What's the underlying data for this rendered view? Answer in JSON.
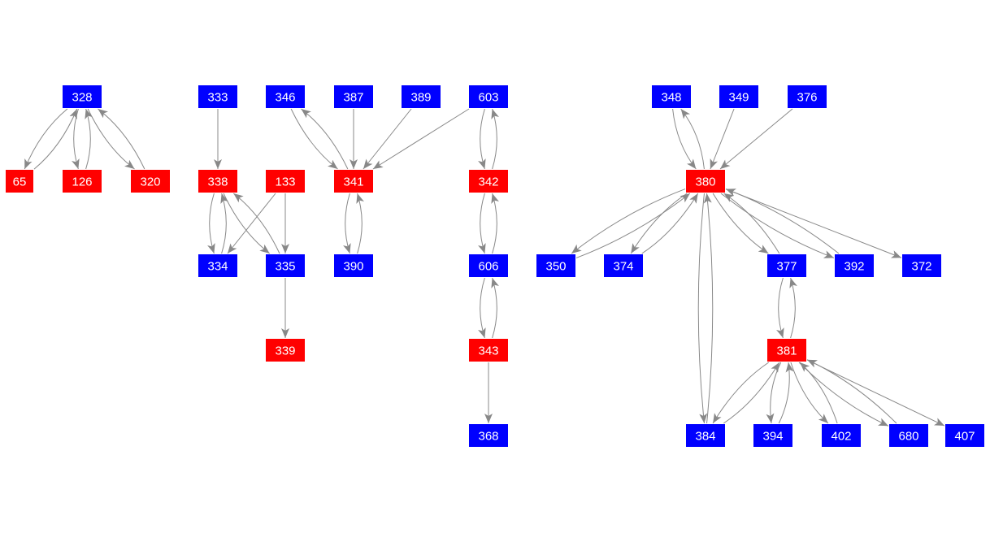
{
  "colors": {
    "blue": "#0000ff",
    "red": "#ff0000",
    "edge": "#888888"
  },
  "nodes": [
    {
      "id": "328",
      "color": "blue"
    },
    {
      "id": "65",
      "color": "red"
    },
    {
      "id": "126",
      "color": "red"
    },
    {
      "id": "320",
      "color": "red"
    },
    {
      "id": "333",
      "color": "blue"
    },
    {
      "id": "338",
      "color": "red"
    },
    {
      "id": "133",
      "color": "red"
    },
    {
      "id": "334",
      "color": "blue"
    },
    {
      "id": "335",
      "color": "blue"
    },
    {
      "id": "339",
      "color": "red"
    },
    {
      "id": "346",
      "color": "blue"
    },
    {
      "id": "387",
      "color": "blue"
    },
    {
      "id": "389",
      "color": "blue"
    },
    {
      "id": "603",
      "color": "blue"
    },
    {
      "id": "341",
      "color": "red"
    },
    {
      "id": "390",
      "color": "blue"
    },
    {
      "id": "342",
      "color": "red"
    },
    {
      "id": "606",
      "color": "blue"
    },
    {
      "id": "343",
      "color": "red"
    },
    {
      "id": "368",
      "color": "blue"
    },
    {
      "id": "348",
      "color": "blue"
    },
    {
      "id": "349",
      "color": "blue"
    },
    {
      "id": "376",
      "color": "blue"
    },
    {
      "id": "380",
      "color": "red"
    },
    {
      "id": "350",
      "color": "blue"
    },
    {
      "id": "374",
      "color": "blue"
    },
    {
      "id": "377",
      "color": "blue"
    },
    {
      "id": "392",
      "color": "blue"
    },
    {
      "id": "372",
      "color": "blue"
    },
    {
      "id": "381",
      "color": "red"
    },
    {
      "id": "384",
      "color": "blue"
    },
    {
      "id": "394",
      "color": "blue"
    },
    {
      "id": "402",
      "color": "blue"
    },
    {
      "id": "680",
      "color": "blue"
    },
    {
      "id": "407",
      "color": "blue"
    }
  ],
  "edges": [
    [
      "328",
      "65"
    ],
    [
      "65",
      "328"
    ],
    [
      "328",
      "126"
    ],
    [
      "126",
      "328"
    ],
    [
      "328",
      "320"
    ],
    [
      "320",
      "328"
    ],
    [
      "333",
      "338"
    ],
    [
      "338",
      "334"
    ],
    [
      "334",
      "338"
    ],
    [
      "338",
      "335"
    ],
    [
      "335",
      "338"
    ],
    [
      "133",
      "334"
    ],
    [
      "133",
      "335"
    ],
    [
      "335",
      "339"
    ],
    [
      "346",
      "341"
    ],
    [
      "341",
      "346"
    ],
    [
      "387",
      "341"
    ],
    [
      "389",
      "341"
    ],
    [
      "603",
      "341"
    ],
    [
      "341",
      "390"
    ],
    [
      "390",
      "341"
    ],
    [
      "603",
      "342"
    ],
    [
      "342",
      "603"
    ],
    [
      "342",
      "606"
    ],
    [
      "606",
      "342"
    ],
    [
      "606",
      "343"
    ],
    [
      "343",
      "606"
    ],
    [
      "343",
      "368"
    ],
    [
      "348",
      "380"
    ],
    [
      "380",
      "348"
    ],
    [
      "349",
      "380"
    ],
    [
      "376",
      "380"
    ],
    [
      "380",
      "350"
    ],
    [
      "350",
      "380"
    ],
    [
      "380",
      "374"
    ],
    [
      "374",
      "380"
    ],
    [
      "380",
      "377"
    ],
    [
      "377",
      "380"
    ],
    [
      "380",
      "392"
    ],
    [
      "392",
      "380"
    ],
    [
      "380",
      "372"
    ],
    [
      "380",
      "384"
    ],
    [
      "384",
      "380"
    ],
    [
      "377",
      "381"
    ],
    [
      "381",
      "377"
    ],
    [
      "381",
      "384"
    ],
    [
      "384",
      "381"
    ],
    [
      "381",
      "394"
    ],
    [
      "394",
      "381"
    ],
    [
      "381",
      "402"
    ],
    [
      "402",
      "381"
    ],
    [
      "381",
      "680"
    ],
    [
      "680",
      "381"
    ],
    [
      "381",
      "407"
    ]
  ]
}
